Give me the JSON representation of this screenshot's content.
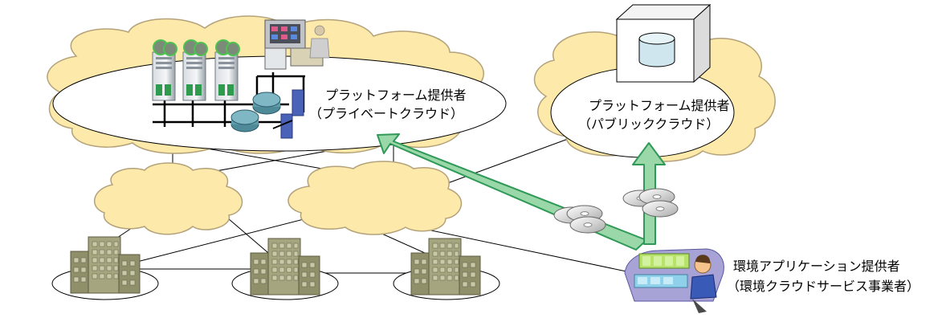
{
  "private_platform": {
    "title": "プラットフォーム提供者",
    "subtitle": "（プライベートクラウド）"
  },
  "public_platform": {
    "title": "プラットフォーム提供者",
    "subtitle": "（パブリッククラウド）"
  },
  "app_provider": {
    "title": "環境アプリケーション提供者",
    "subtitle": "（環境クラウドサービス事業者）"
  },
  "colors": {
    "cloud_fill": "#fde9a9",
    "cloud_stroke": "#b3a27a",
    "arrow_fill": "#9ad7a9",
    "arrow_stroke": "#2f9a57",
    "building": "#9f9f78",
    "line": "#000000"
  }
}
